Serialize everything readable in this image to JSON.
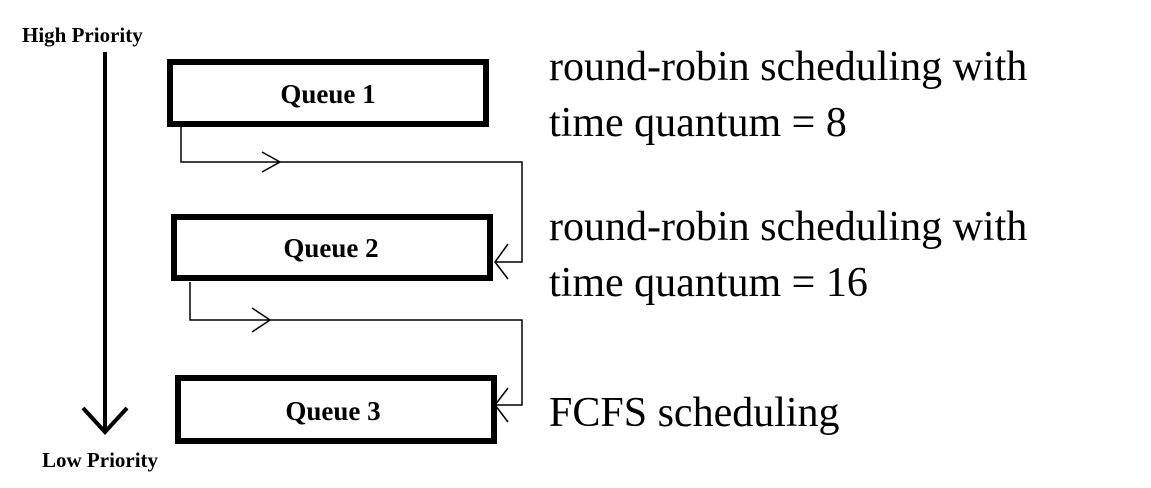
{
  "priority": {
    "high_label": "High Priority",
    "low_label": "Low Priority"
  },
  "queues": [
    {
      "label": "Queue 1",
      "description_lines": [
        "round-robin scheduling with",
        "time quantum = 8"
      ]
    },
    {
      "label": "Queue 2",
      "description_lines": [
        "round-robin scheduling with",
        "time quantum = 16"
      ]
    },
    {
      "label": "Queue 3",
      "description_lines": [
        "FCFS scheduling"
      ]
    }
  ]
}
